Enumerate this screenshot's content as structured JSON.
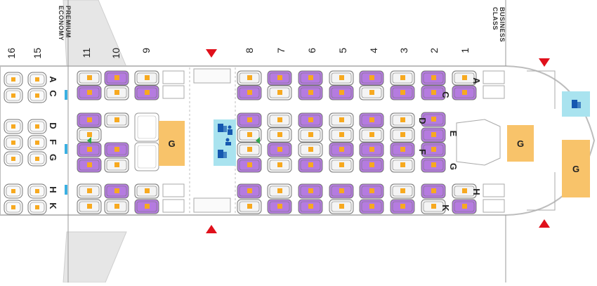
{
  "cabin_labels": {
    "premium_economy_line1": "PREMIUM",
    "premium_economy_line2": "ECONOMY",
    "business_line1": "BUSINESS",
    "business_line2": "CLASS"
  },
  "rows": {
    "premium": [
      "16",
      "15"
    ],
    "business": [
      "11",
      "10",
      "9",
      "8",
      "7",
      "6",
      "5",
      "4",
      "3",
      "2",
      "1"
    ]
  },
  "seat_letters": {
    "premium": [
      {
        "row": "15",
        "letters": [
          "A",
          "C",
          "D",
          "F",
          "G",
          "H",
          "K"
        ]
      }
    ],
    "business_front": {
      "row": "1",
      "letters": [
        "A",
        "C",
        "D",
        "E",
        "F",
        "G",
        "H",
        "K"
      ]
    }
  },
  "galley_label": "G",
  "facility_icons": [
    "lavatory-icon",
    "accessible-lavatory-icon",
    "baby-changing-icon"
  ],
  "colors": {
    "seat_occupied": "#b57be0",
    "seat_available": "#f4f4f4",
    "seat_outline": "#777777",
    "seat_marker": "#f7a91f",
    "galley": "#f8c36a",
    "lavatory": "#a9e3ef",
    "exit_arrow": "#e0101b",
    "exit_marker_blue": "#3ab0e2",
    "bassinet_marker": "#2ea84a",
    "fuselage": "#c8c8c8",
    "floor": "#ffffff",
    "wing": "#e5e5e5"
  },
  "seat_map": {
    "business_rows": [
      {
        "row": "11",
        "status": {
          "A": "available",
          "C": "occupied",
          "D": "occupied",
          "F": "occupied",
          "G": "occupied",
          "H": "available",
          "K": "available"
        }
      },
      {
        "row": "10",
        "status": {
          "A": "occupied",
          "C": "available",
          "D": "available",
          "F": "occupied",
          "G": "available",
          "H": "occupied",
          "K": "available"
        }
      },
      {
        "row": "9",
        "status": {
          "A": "available",
          "C": "occupied",
          "H": "available",
          "K": "occupied"
        }
      },
      {
        "row": "8",
        "status": {
          "A": "available",
          "C": "occupied",
          "D": "occupied",
          "F": "available",
          "G": "occupied",
          "H": "occupied",
          "K": "available"
        }
      },
      {
        "row": "7",
        "status": {
          "A": "occupied",
          "C": "available",
          "D": "available",
          "F": "occupied",
          "G": "available",
          "H": "available",
          "K": "occupied"
        }
      },
      {
        "row": "6",
        "status": {
          "A": "occupied",
          "C": "occupied",
          "D": "occupied",
          "F": "available",
          "G": "occupied",
          "H": "occupied",
          "K": "occupied"
        }
      },
      {
        "row": "5",
        "status": {
          "A": "available",
          "C": "occupied",
          "D": "available",
          "F": "occupied",
          "G": "available",
          "H": "occupied",
          "K": "available"
        }
      },
      {
        "row": "4",
        "status": {
          "A": "occupied",
          "C": "available",
          "D": "occupied",
          "F": "occupied",
          "G": "occupied",
          "H": "occupied",
          "K": "occupied"
        }
      },
      {
        "row": "3",
        "status": {
          "A": "available",
          "C": "occupied",
          "D": "available",
          "F": "occupied",
          "G": "available",
          "H": "available",
          "K": "occupied"
        }
      },
      {
        "row": "2",
        "status": {
          "A": "occupied",
          "C": "occupied",
          "D": "occupied",
          "E": "occupied",
          "F": "occupied",
          "G": "occupied",
          "H": "occupied",
          "K": "available"
        }
      },
      {
        "row": "1",
        "status": {
          "A": "available",
          "C": "occupied",
          "H": "available",
          "K": "occupied"
        }
      }
    ]
  }
}
